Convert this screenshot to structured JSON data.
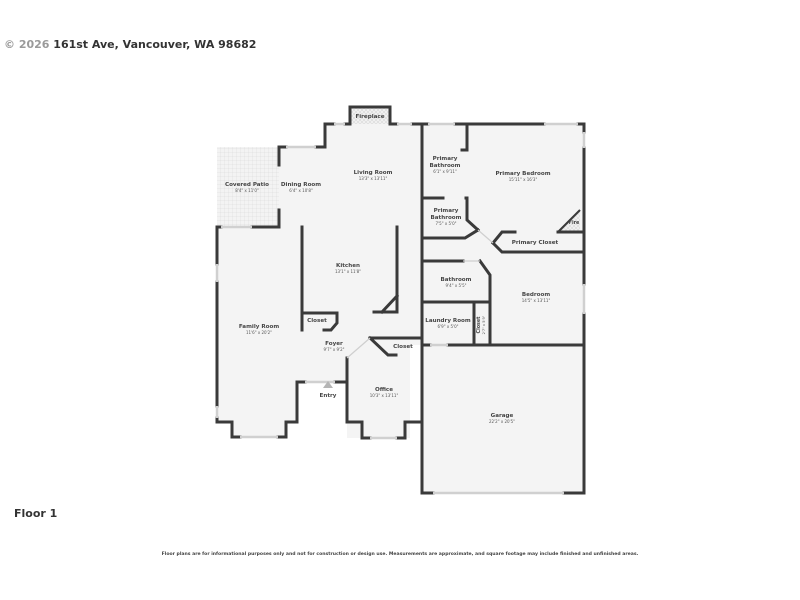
{
  "header": {
    "watermark": "© 2026",
    "address": "161st Ave, Vancouver, WA 98682"
  },
  "floor": {
    "label": "Floor 1"
  },
  "rooms": {
    "fireplace": {
      "name": "Fireplace"
    },
    "covered_patio": {
      "name": "Covered Patio",
      "dims": "8'4\" x 11'0\""
    },
    "dining_room": {
      "name": "Dining Room",
      "dims": "6'4\" x 10'8\""
    },
    "living_room": {
      "name": "Living Room",
      "dims": "13'3\" x 13'11\""
    },
    "primary_bathroom_1": {
      "name_line1": "Primary",
      "name_line2": "Bathroom",
      "dims": "6'1\" x 9'11\""
    },
    "primary_bedroom": {
      "name": "Primary Bedroom",
      "dims": "15'11\" x 16'3\""
    },
    "primary_bathroom_2": {
      "name_line1": "Primary",
      "name_line2": "Bathroom",
      "dims": "7'5\" x 5'0\""
    },
    "fire": {
      "name": "Fire"
    },
    "primary_closet": {
      "name": "Primary Closet"
    },
    "kitchen": {
      "name": "Kitchen",
      "dims": "13'1\" x 11'8\""
    },
    "bathroom": {
      "name": "Bathroom",
      "dims": "9'4\" x 5'5\""
    },
    "bedroom": {
      "name": "Bedroom",
      "dims": "14'5\" x 13'11\""
    },
    "family_room": {
      "name": "Family Room",
      "dims": "11'6\" x 20'2\""
    },
    "closet_kitchen": {
      "name": "Closet"
    },
    "laundry_room": {
      "name": "Laundry Room",
      "dims": "6'9\" x 5'0\""
    },
    "closet_laundry": {
      "name": "Closet",
      "dims": "2'7\" x 5'9\""
    },
    "foyer": {
      "name": "Foyer",
      "dims": "9'7\" x 9'2\""
    },
    "closet_foyer": {
      "name": "Closet"
    },
    "entry": {
      "name": "Entry"
    },
    "office": {
      "name": "Office",
      "dims": "10'3\" x 13'11\""
    },
    "garage": {
      "name": "Garage",
      "dims": "22'2\" x 20'5\""
    }
  },
  "footer": {
    "disclaimer": "Floor plans are for informational purposes only and not for construction or design use. Measurements are approximate, and square footage may include finished and unfinished areas."
  },
  "colors": {
    "wall": "#3a3a3a",
    "floor": "#f4f4f4",
    "window": "#d8d8d8",
    "patio_hatch": "#d9d9d9"
  }
}
